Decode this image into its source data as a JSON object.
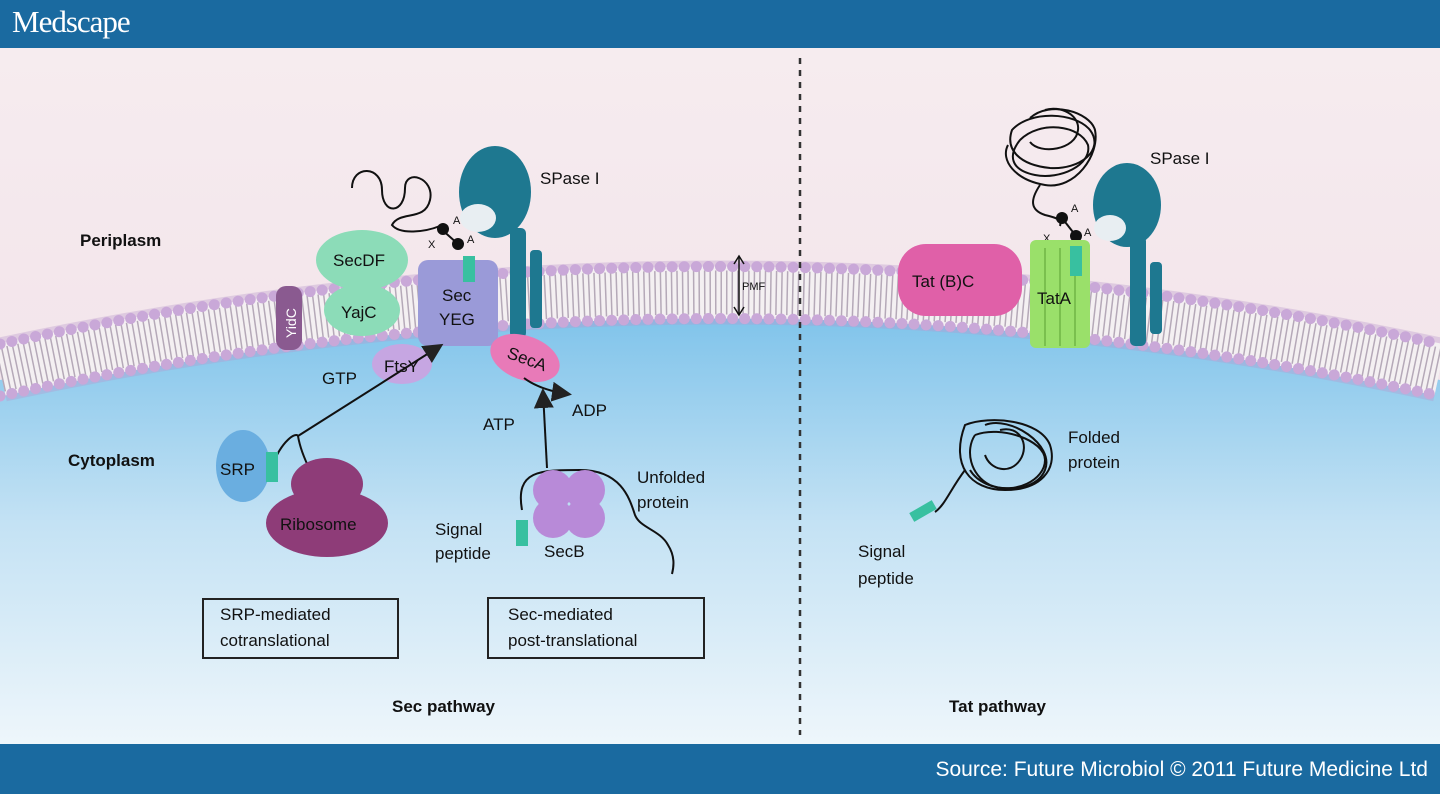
{
  "header": {
    "brand": "Medscape"
  },
  "footer": {
    "source": "Source: Future Microbiol © 2011 Future Medicine Ltd"
  },
  "regions": {
    "periplasm": "Periplasm",
    "cytoplasm": "Cytoplasm"
  },
  "sec": {
    "spase": "SPase I",
    "secdf": "SecDF",
    "yajc": "YajC",
    "yidc": "YidC",
    "secyeg_line1": "Sec",
    "secyeg_line2": "YEG",
    "pmf": "PMF",
    "gtp": "GTP",
    "ftsy": "FtsY",
    "seca": "SecA",
    "atp": "ATP",
    "adp": "ADP",
    "srp": "SRP",
    "ribosome": "Ribosome",
    "signal_line1": "Signal",
    "signal_line2": "peptide",
    "secb": "SecB",
    "unfolded_line1": "Unfolded",
    "unfolded_line2": "protein",
    "box1_line1": "SRP-mediated",
    "box1_line2": "cotranslational",
    "box2_line1": "Sec-mediated",
    "box2_line2": "post-translational",
    "pathway": "Sec pathway",
    "site_x": "X",
    "site_a1": "A",
    "site_a2": "A"
  },
  "tat": {
    "spase": "SPase I",
    "tatbc": "Tat (B)C",
    "tata": "TatA",
    "folded_line1": "Folded",
    "folded_line2": "protein",
    "signal_line1": "Signal",
    "signal_line2": "peptide",
    "pathway": "Tat pathway",
    "site_x": "X",
    "site_a1": "A",
    "site_a2": "A"
  },
  "colors": {
    "header": "#1a6aa0",
    "periplasm": "#f2e2ea",
    "cytoplasm": "#8cc8ea",
    "membrane": "#c9a8d8",
    "spase": "#2a8aa0",
    "secdf": "#8cdcb8",
    "secyeg": "#9a9ad8",
    "seca": "#e87ab8",
    "srp": "#6aaee0",
    "ribosome": "#8e3c78",
    "secb": "#b88ad8",
    "tatbc": "#e060a8",
    "tata": "#9ae06a",
    "signal_peptide": "#38c0a0"
  }
}
